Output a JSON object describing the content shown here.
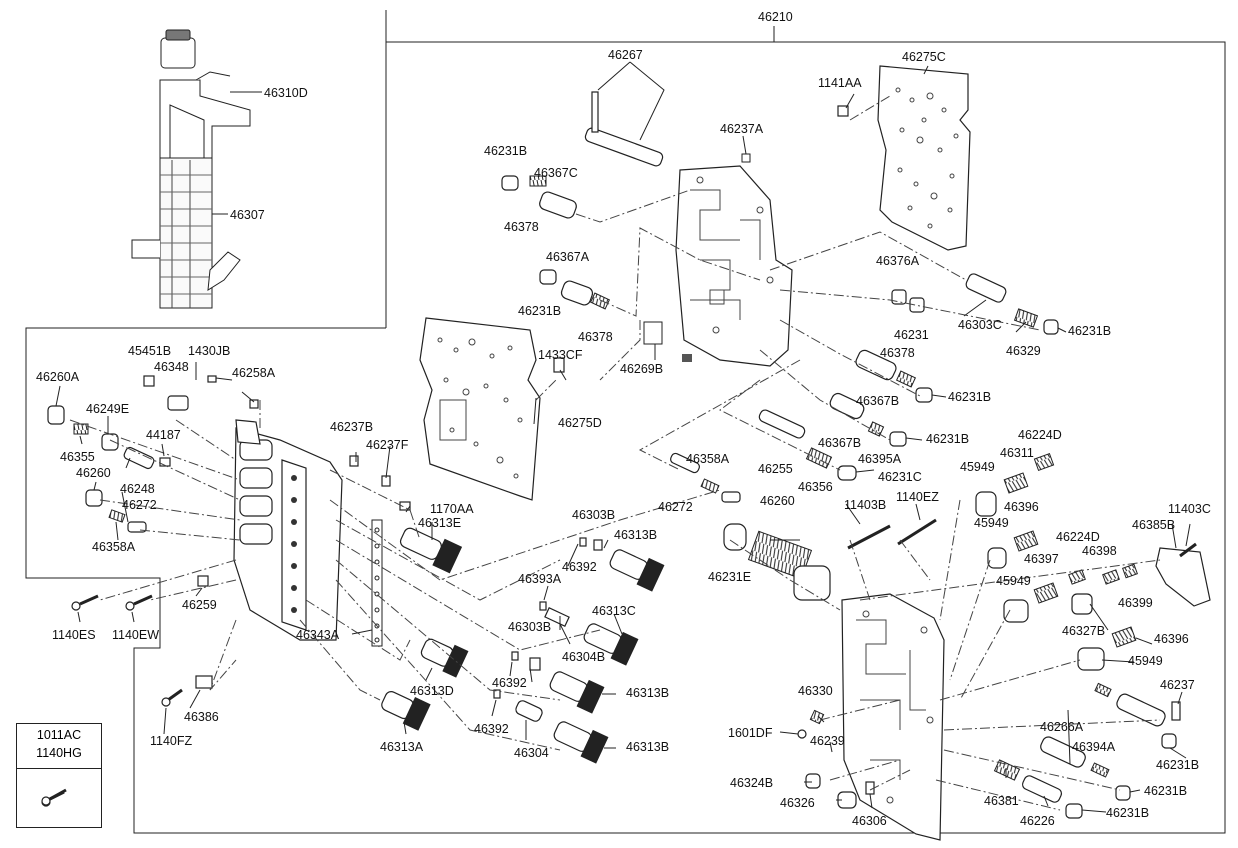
{
  "assembly_label": "46210",
  "legend_parts": [
    "1011AC",
    "1140HG"
  ],
  "callouts": {
    "c46210": "46210",
    "c46310D": "46310D",
    "c46307": "46307",
    "c46267": "46267",
    "c46275C": "46275C",
    "c1141AA": "1141AA",
    "c46237A": "46237A",
    "c46231B_a": "46231B",
    "c46367C": "46367C",
    "c46378_a": "46378",
    "c46367A": "46367A",
    "c46231B_b": "46231B",
    "c46378_b": "46378",
    "c46269B": "46269B",
    "c46376A": "46376A",
    "c46303C": "46303C",
    "c46231_a": "46231",
    "c46329": "46329",
    "c46231B_c": "46231B",
    "c46378_c": "46378",
    "c46367B_a": "46367B",
    "c46231B_d": "46231B",
    "c46367B_b": "46367B",
    "c46395A": "46395A",
    "c46231B_e": "46231B",
    "c46231C": "46231C",
    "c46255": "46255",
    "c46356": "46356",
    "c45451B": "45451B",
    "c1430JB": "1430JB",
    "c46348": "46348",
    "c46258A": "46258A",
    "c1433CF": "1433CF",
    "c46275D": "46275D",
    "c46260A": "46260A",
    "c46249E": "46249E",
    "c44187": "44187",
    "c46355": "46355",
    "c46248": "46248",
    "c46260_a": "46260",
    "c46272_a": "46272",
    "c46358A_a": "46358A",
    "c46237B": "46237B",
    "c46237F": "46237F",
    "c1170AA": "1170AA",
    "c46313E": "46313E",
    "c46358A_b": "46358A",
    "c46272_b": "46272",
    "c46260_b": "46260",
    "c1140ES": "1140ES",
    "c1140EW": "1140EW",
    "c46259": "46259",
    "c46303B_a": "46303B",
    "c46313B_a": "46313B",
    "c46392_a": "46392",
    "c46393A": "46393A",
    "c46303B_b": "46303B",
    "c46313C": "46313C",
    "c46304B": "46304B",
    "c46343A": "46343A",
    "c46392_b": "46392",
    "c46313B_b": "46313B",
    "c46313D": "46313D",
    "c46386": "46386",
    "c1140FZ": "1140FZ",
    "c46392_c": "46392",
    "c46313A": "46313A",
    "c46304": "46304",
    "c46313B_c": "46313B",
    "c11403B": "11403B",
    "c1140EZ": "1140EZ",
    "c46231E": "46231E",
    "c45949_a": "45949",
    "c46311": "46311",
    "c46224D_a": "46224D",
    "c45949_b": "45949",
    "c46396_a": "46396",
    "c46224D_b": "46224D",
    "c46397": "46397",
    "c46398": "46398",
    "c46399": "46399",
    "c45949_c": "45949",
    "c46327B": "46327B",
    "c46396_b": "46396",
    "c45949_d": "45949",
    "c11403C": "11403C",
    "c46385B": "46385B",
    "c46237": "46237",
    "c46330": "46330",
    "c1601DF": "1601DF",
    "c46239": "46239",
    "c46324B": "46324B",
    "c46326": "46326",
    "c46306": "46306",
    "c46266A": "46266A",
    "c46394A": "46394A",
    "c46231B_f": "46231B",
    "c46231B_g": "46231B",
    "c46381": "46381",
    "c46226": "46226",
    "c46231B_h": "46231B"
  }
}
